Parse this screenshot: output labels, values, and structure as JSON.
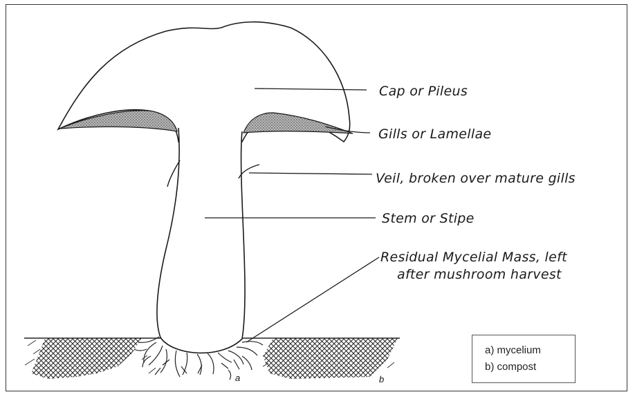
{
  "labels": {
    "cap": "Cap or Pileus",
    "gills": "Gills or Lamellae",
    "veil": "Veil, broken over mature gills",
    "stem": "Stem or Stipe",
    "residual_line1": "Residual Mycelial Mass, left",
    "residual_line2": "after mushroom harvest",
    "marker_a": "a",
    "marker_b": "b"
  },
  "legend": {
    "item_a": "a) mycelium",
    "item_b": "b) compost"
  },
  "colors": {
    "ink": "#1a1a1a",
    "gill_shade": "#8a8a8a"
  }
}
